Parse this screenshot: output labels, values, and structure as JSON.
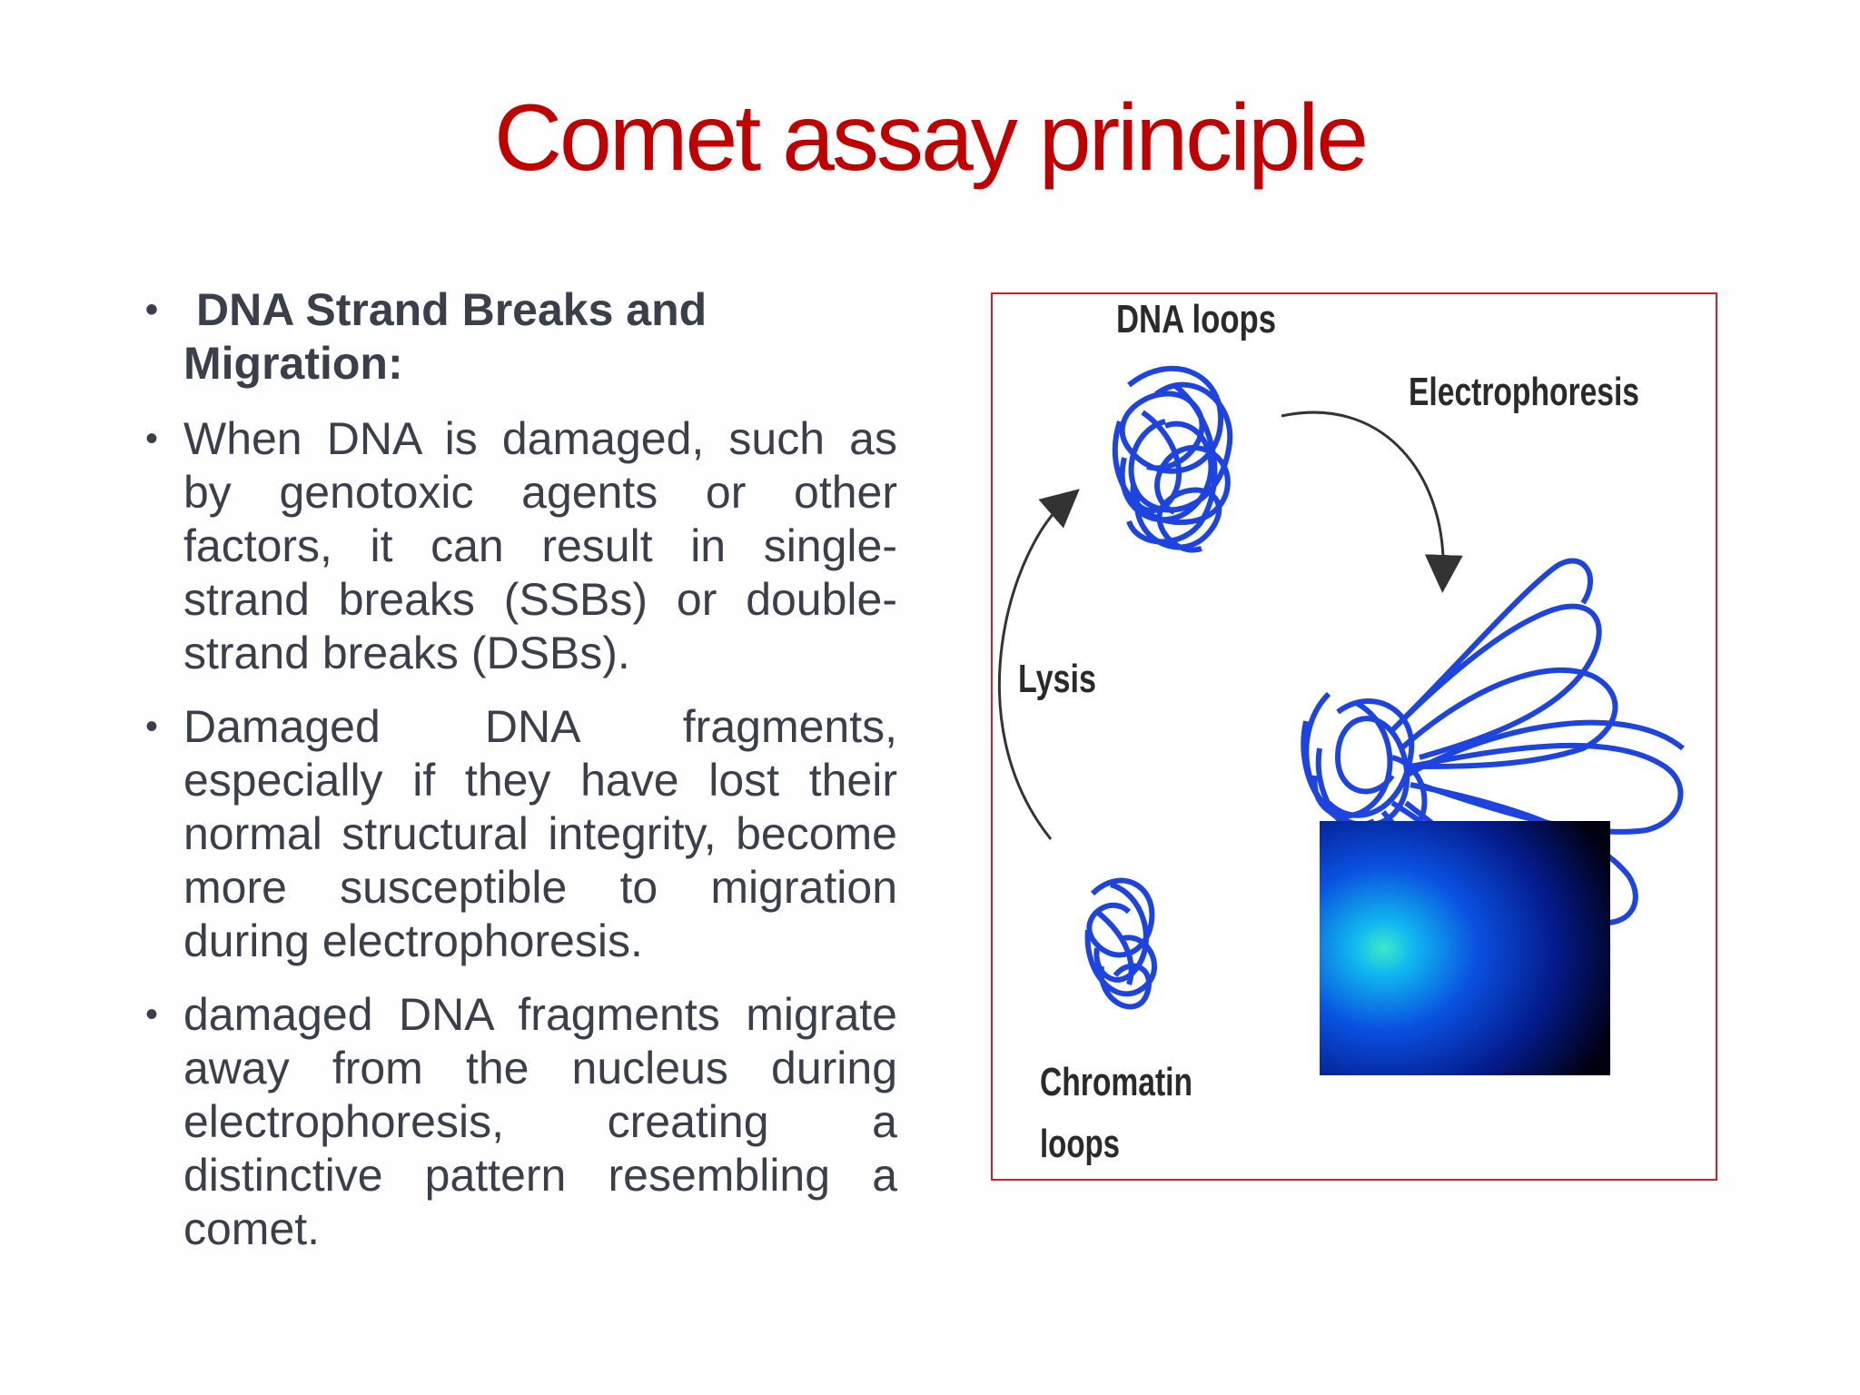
{
  "title": "Comet assay principle",
  "bullets": [
    "DNA Strand Breaks and Migration:",
    "When DNA is damaged, such as by genotoxic agents or other factors, it can result in single-strand breaks (SSBs) or double-strand breaks (DSBs).",
    "Damaged DNA fragments, especially if they have lost their normal structural integrity, become more susceptible to migration during electrophoresis.",
    "damaged DNA fragments migrate away from the nucleus during electrophoresis, creating a distinctive pattern resembling a comet."
  ],
  "figure": {
    "labels": {
      "dna_loops": "DNA loops",
      "electrophoresis": "Electrophoresis",
      "lysis": "Lysis",
      "chromatin_line1": "Chromatin",
      "chromatin_line2": "loops"
    },
    "colors": {
      "border": "#d0202a",
      "dna_blue": "#1e44e0",
      "comet_core": "#3fe8c8",
      "comet_background": "#000010"
    }
  }
}
